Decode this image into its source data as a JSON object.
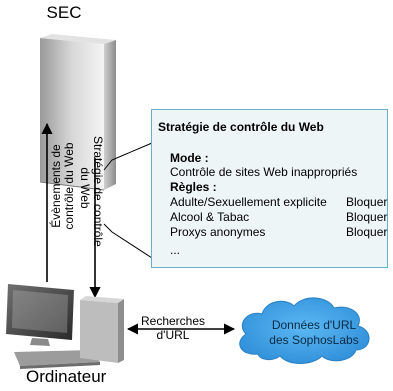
{
  "sec_label": "SEC",
  "computer_label": "Ordinateur",
  "policy_box": {
    "title": "Stratégie de contrôle du Web",
    "mode_heading": "Mode :",
    "mode_value": "Contrôle de sites Web inappropriés",
    "rules_heading": "Règles :",
    "rules": [
      {
        "name": "Adulte/Sexuellement explicite",
        "action": "Bloquer"
      },
      {
        "name": "Alcool & Tabac",
        "action": "Bloquer"
      },
      {
        "name": "Proxys anonymes",
        "action": "Bloquer"
      }
    ],
    "ellipsis": "..."
  },
  "events_label": [
    "Évènements de",
    "contrôle du Web"
  ],
  "policy_flow_label": [
    "Stratégie de contrôle",
    "du Web"
  ],
  "lookups_label": [
    "Recherches",
    "d'URL"
  ],
  "cloud_label": [
    "Données d'URL",
    "des SophosLabs"
  ],
  "colors": {
    "cloud_fill": "#3aa0ea",
    "box_fill": "#eef5f6",
    "box_border": "#6ab0c6"
  },
  "icons": [
    "server-tower-icon",
    "desktop-computer-icon",
    "cloud-icon"
  ]
}
